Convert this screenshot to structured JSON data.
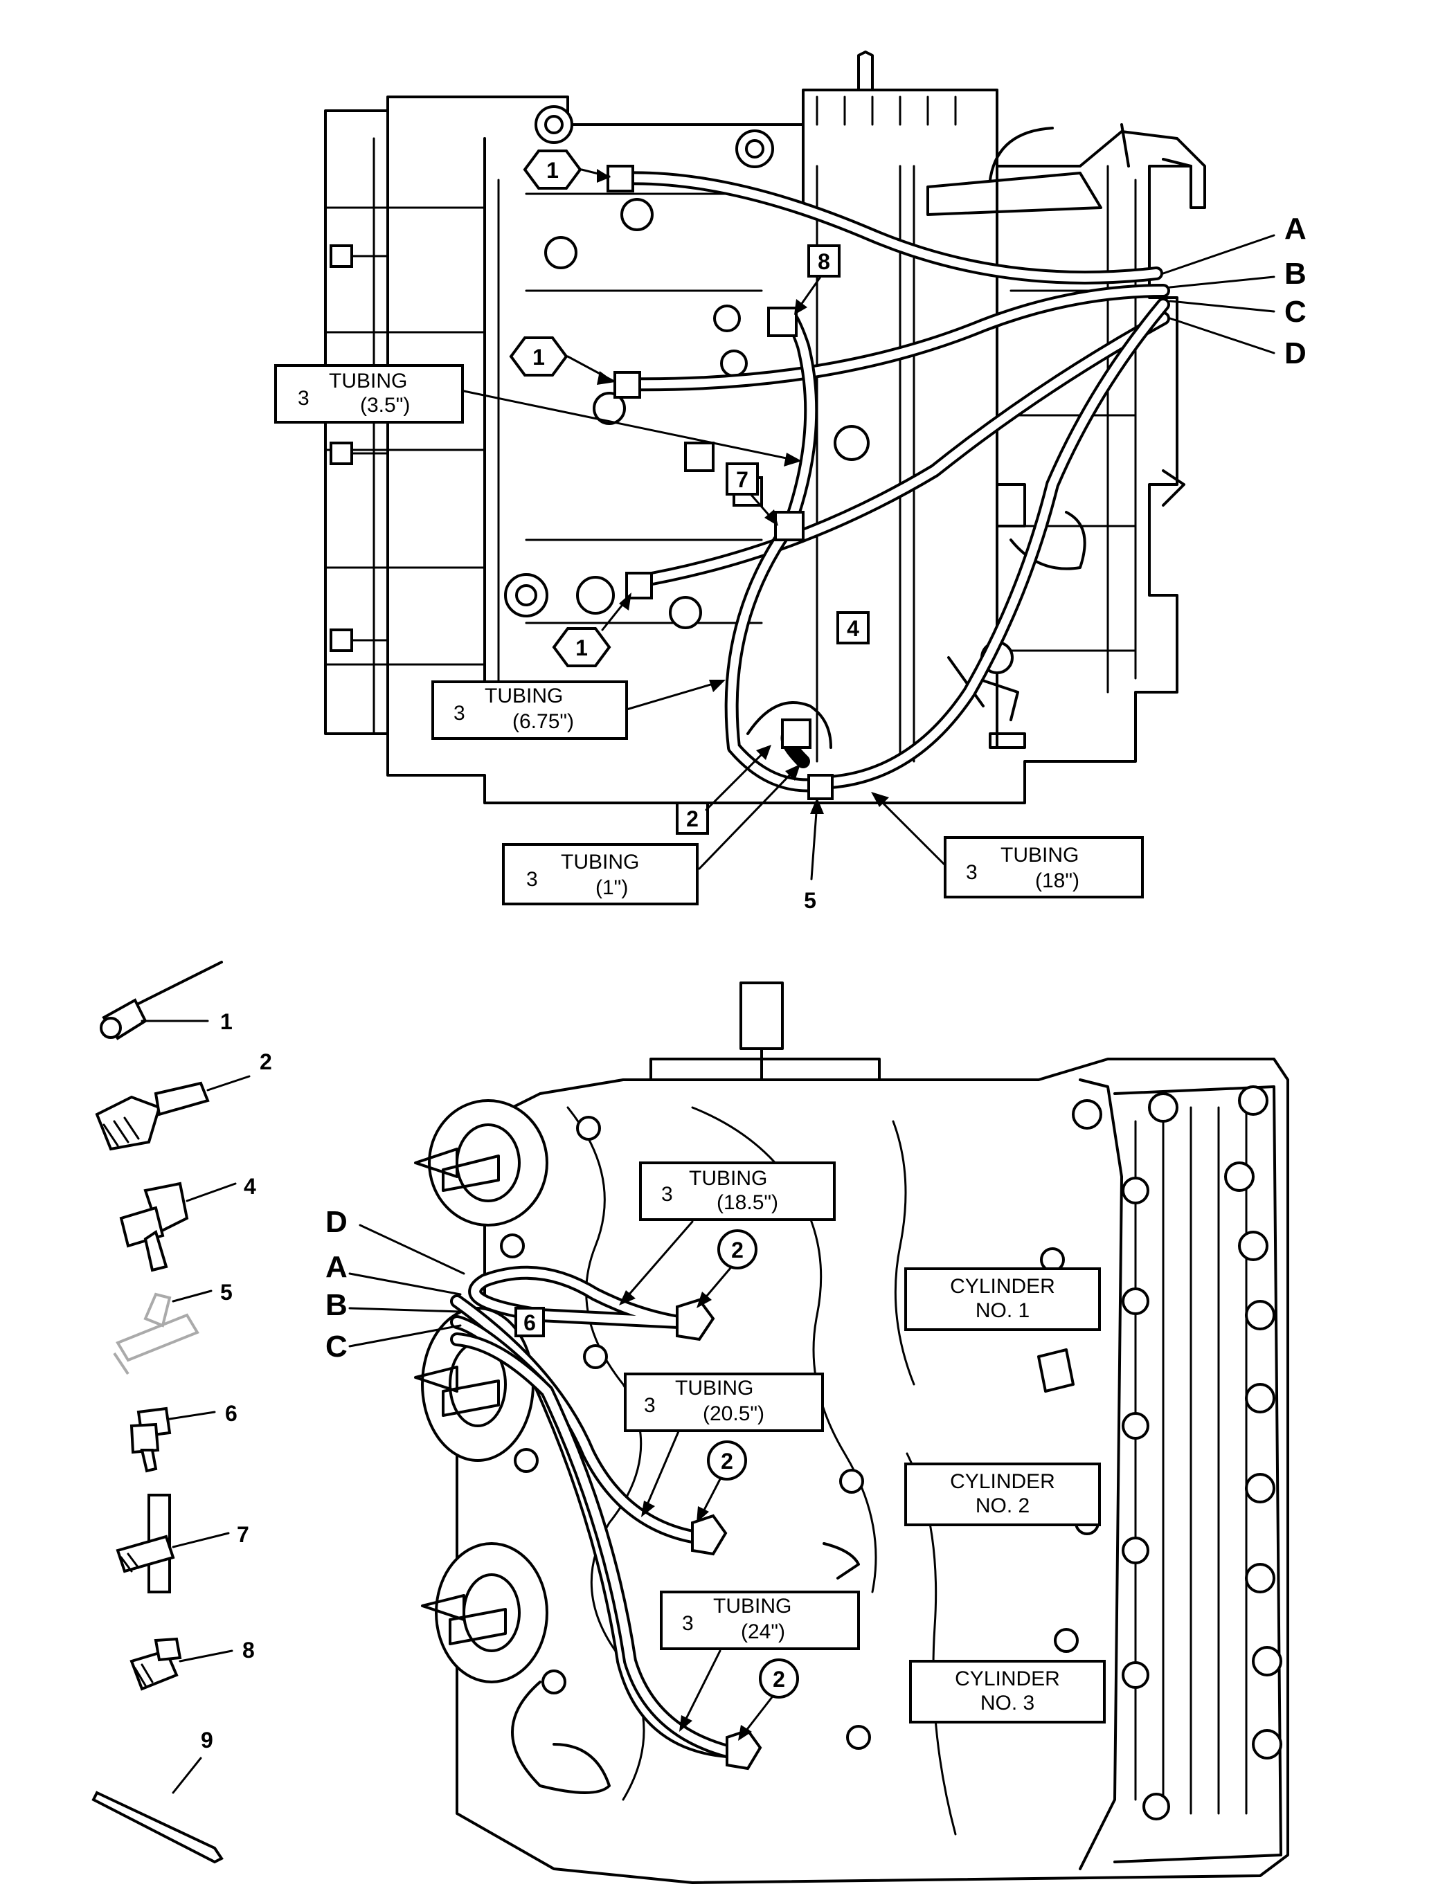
{
  "top_view": {
    "letters": [
      "A",
      "B",
      "C",
      "D"
    ],
    "tubing_labels": [
      {
        "qty": "3",
        "name": "TUBING",
        "length": "(3.5\")"
      },
      {
        "qty": "3",
        "name": "TUBING",
        "length": "(6.75\")"
      },
      {
        "qty": "3",
        "name": "TUBING",
        "length": "(1\")"
      },
      {
        "qty": "3",
        "name": "TUBING",
        "length": "(18\")"
      }
    ],
    "callouts": {
      "hex_1": "1",
      "sq_8": "8",
      "sq_7": "7",
      "sq_4": "4",
      "sq_2": "2",
      "plain_5": "5"
    }
  },
  "bottom_view": {
    "letters": [
      "D",
      "A",
      "B",
      "C"
    ],
    "tubing_labels": [
      {
        "qty": "3",
        "name": "TUBING",
        "length": "(18.5\")"
      },
      {
        "qty": "3",
        "name": "TUBING",
        "length": "(20.5\")"
      },
      {
        "qty": "3",
        "name": "TUBING",
        "length": "(24\")"
      }
    ],
    "cylinder_labels": [
      {
        "line1": "CYLINDER",
        "line2": "NO. 1"
      },
      {
        "line1": "CYLINDER",
        "line2": "NO. 2"
      },
      {
        "line1": "CYLINDER",
        "line2": "NO. 3"
      }
    ],
    "callouts": {
      "circ_2": "2",
      "sq_6": "6"
    }
  },
  "parts_legend": [
    "1",
    "2",
    "4",
    "5",
    "6",
    "7",
    "8",
    "9"
  ]
}
